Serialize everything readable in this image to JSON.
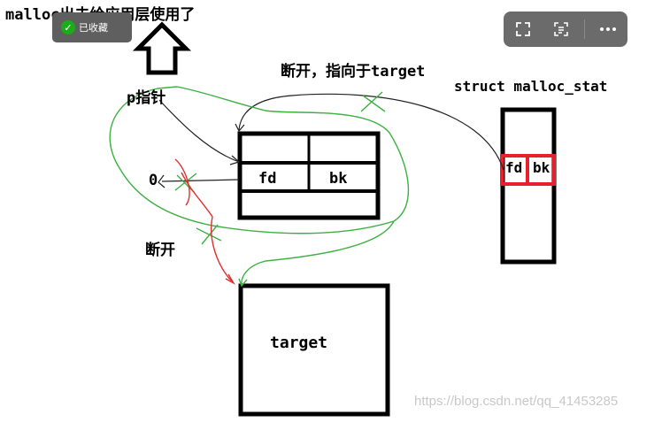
{
  "header": {
    "title": "malloc出去给应用层使用了"
  },
  "badge": {
    "saved_label": "已收藏"
  },
  "labels": {
    "pointer": "p指针",
    "disconnect_top": "断开，指向于target",
    "zero": "0",
    "disconnect_bottom": "断开",
    "struct_name": "struct malloc_stat",
    "fd": "fd",
    "bk": "bk",
    "target": "target"
  },
  "struct_box": {
    "fd": "fd",
    "bk": "bk"
  },
  "toolbar": {
    "icons": [
      "fullscreen-icon",
      "ocr-text-icon",
      "more-icon"
    ]
  },
  "watermark": "https://blog.csdn.net/qq_41453285",
  "colors": {
    "ink": "#000000",
    "green_path": "#3cb043",
    "red_path": "#e03030",
    "highlight": "#e6202c",
    "toolbar": "#6b6b6b"
  }
}
